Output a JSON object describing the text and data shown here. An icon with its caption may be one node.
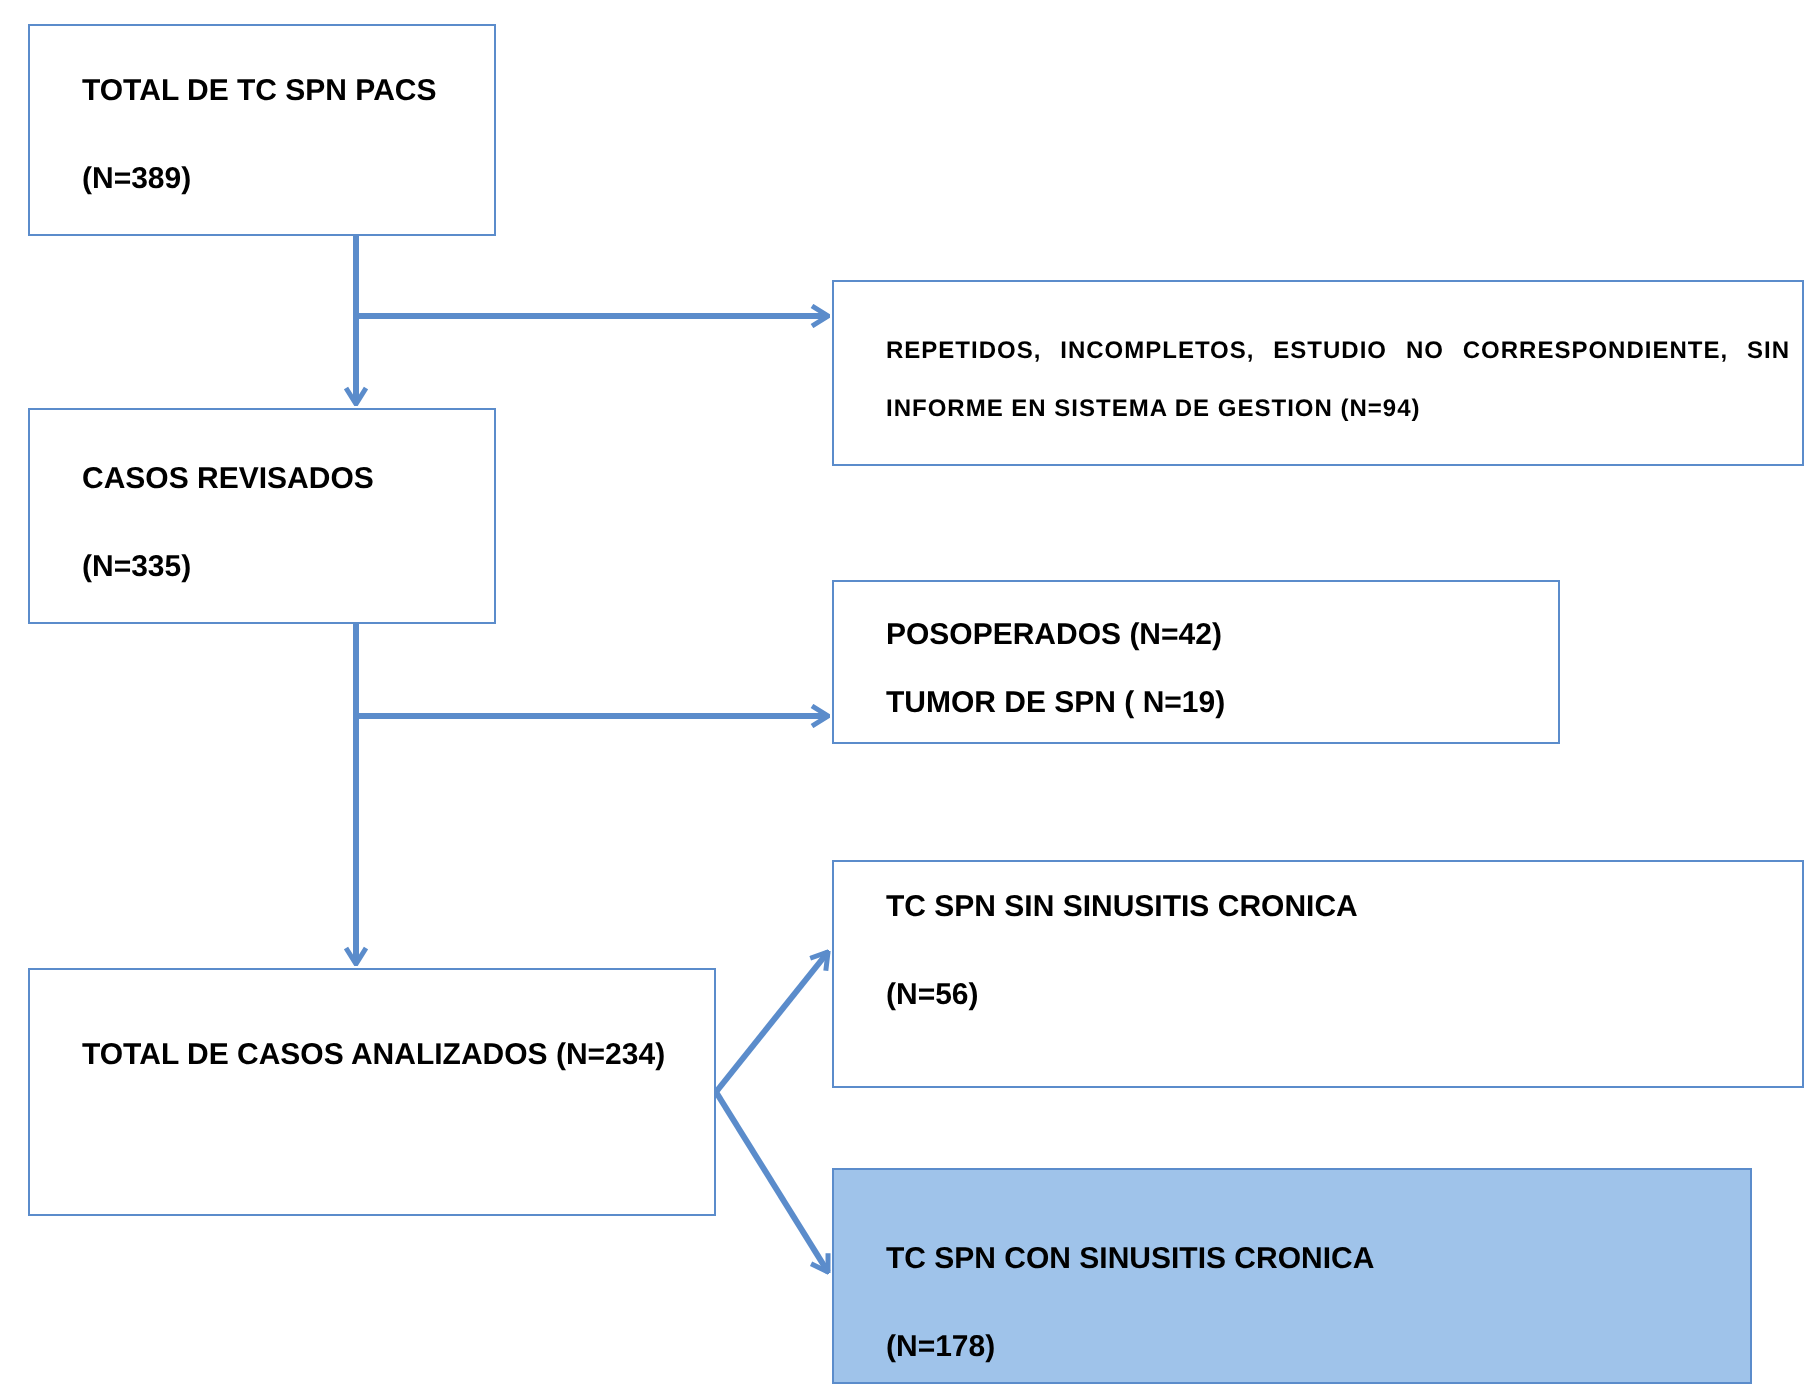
{
  "diagram": {
    "nodes": [
      {
        "text": [
          "TOTAL DE TC SPN PACS",
          "(N=389)"
        ]
      },
      {
        "text": [
          "REPETIDOS, INCOMPLETOS, ESTUDIO NO CORRESPONDIENTE, SIN INFORME EN SISTEMA DE GESTION (N=94)"
        ]
      },
      {
        "text": [
          "CASOS REVISADOS",
          "(N=335)"
        ]
      },
      {
        "text": [
          "POSOPERADOS (N=42)",
          "TUMOR DE SPN ( N=19)"
        ]
      },
      {
        "text": [
          "TOTAL DE CASOS ANALIZADOS (N=234)"
        ]
      },
      {
        "text": [
          "TC SPN SIN SINUSITIS CRONICA",
          "(N=56)"
        ]
      },
      {
        "text": [
          "TC SPN CON SINUSITIS CRONICA",
          "(N=178)"
        ]
      }
    ],
    "edges": [
      {
        "from": 0,
        "to": 2,
        "arrow": "to"
      },
      {
        "from": 0,
        "to": 1,
        "arrow": "to"
      },
      {
        "from": 2,
        "to": 4,
        "arrow": "to"
      },
      {
        "from": 2,
        "to": 3,
        "arrow": "to"
      },
      {
        "from": 4,
        "to": 5,
        "arrow": "to"
      },
      {
        "from": 4,
        "to": 6,
        "arrow": "to"
      }
    ]
  }
}
